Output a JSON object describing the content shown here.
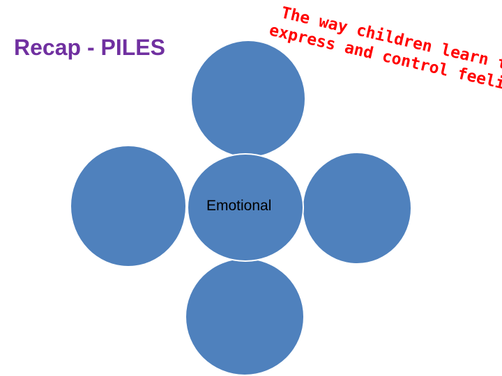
{
  "slide": {
    "title": "Recap - PILES",
    "circle_label": "Emotional",
    "note_lines": [
      "The way children learn to",
      "express and control feelings"
    ]
  },
  "colors": {
    "title": "#7030a0",
    "circle_fill": "#4f81bd",
    "note_text": "#ff0000"
  }
}
